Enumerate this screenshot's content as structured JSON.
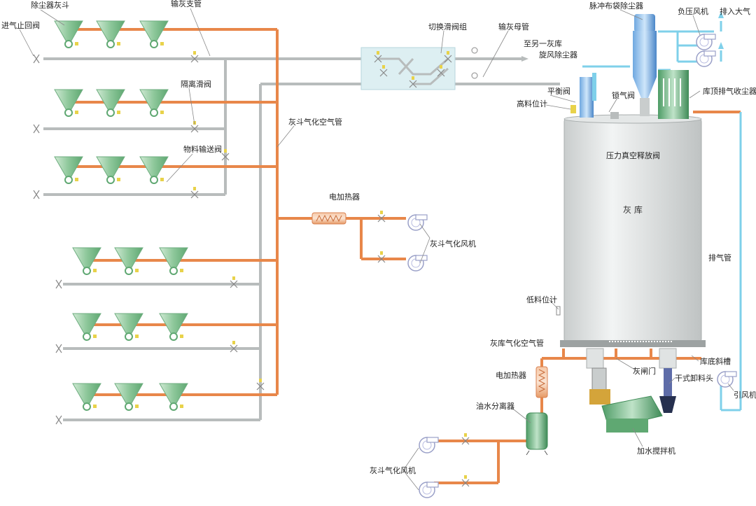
{
  "labels": {
    "hopper": "除尘器灰斗",
    "inlet_check_valve": "进气止回阀",
    "ash_branch_pipe": "输灰支管",
    "isolation_valve": "隔离滑阀",
    "material_valve": "物料输送阀",
    "fluid_air_pipe": "灰斗气化空气管",
    "heater_top": "电加热器",
    "blower_top": "灰斗气化风机",
    "switch_valve_group": "切换滑阀组",
    "main_ash_pipe": "输灰母管",
    "to_other_silo": "至另一灰库",
    "cyclone": "旋风除尘器",
    "pulse_bag": "脉冲布袋除尘器",
    "neg_fan": "负压风机",
    "exhaust_atm": "排入大气",
    "balance_valve": "平衡阀",
    "high_level": "高料位计",
    "lock_valve": "锁气阀",
    "roof_collector": "库顶排气收尘器",
    "pv_release": "压力真空释放阀",
    "silo": "灰 库",
    "exhaust_pipe": "排气管",
    "low_level": "低料位计",
    "silo_air_pipe": "灰库气化空气管",
    "heater_bottom": "电加热器",
    "slope_trough": "库底斜槽",
    "ash_gate": "灰闸门",
    "dry_unloader": "干式卸料头",
    "induced_fan": "引风机",
    "oil_water_sep": "油水分离器",
    "mixer": "加水搅拌机",
    "blower_bottom": "灰斗气化风机"
  },
  "colors": {
    "orange_pipe": "#E8874A",
    "gray_pipe": "#B8BCBC",
    "blue_pipe": "#7FD0EA",
    "hopper_green": "#8FC89A",
    "silo_gray": "#D8DCDC"
  }
}
